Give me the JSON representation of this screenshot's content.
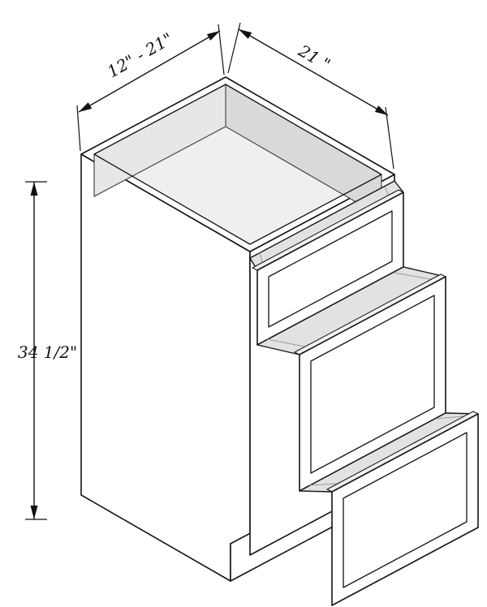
{
  "drawing": {
    "title": "Three-drawer base cabinet isometric drawing",
    "dimensions": {
      "width_label": "12\" - 21\"",
      "depth_label": "21 \"",
      "height_label": "34 1/2\""
    }
  }
}
